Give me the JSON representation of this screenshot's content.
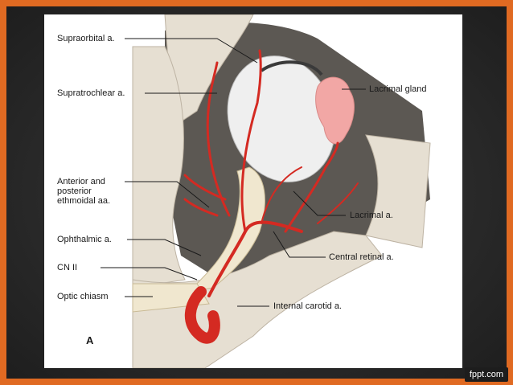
{
  "labels": {
    "supraorbital": "Supraorbital a.",
    "supratrochlear": "Supratrochlear a.",
    "ethmoidal_line1": "Anterior and",
    "ethmoidal_line2": "posterior",
    "ethmoidal_line3": "ethmoidal aa.",
    "ophthalmic": "Ophthalmic a.",
    "cn2": "CN II",
    "optic_chiasm": "Optic chiasm",
    "lacrimal_gland": "Lacrimal gland",
    "lacrimal_artery": "Lacrimal a.",
    "central_retinal": "Central retinal a.",
    "internal_carotid": "Internal carotid a."
  },
  "panel_letter": "A",
  "brand": "fppt.com",
  "colors": {
    "frame": "#e06a22",
    "artery": "#d42a22",
    "bone": "#e6dfd2",
    "globe": "#efefef",
    "gland": "#f2a7a5",
    "dark_orbit": "#5c5853"
  }
}
